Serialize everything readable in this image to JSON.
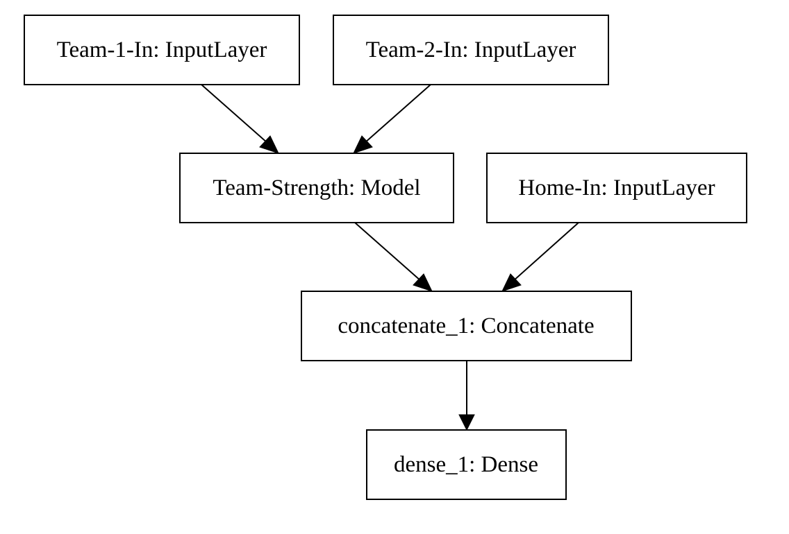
{
  "diagram": {
    "type": "model-graph",
    "nodes": [
      {
        "id": "team1",
        "label": "Team-1-In: InputLayer"
      },
      {
        "id": "team2",
        "label": "Team-2-In: InputLayer"
      },
      {
        "id": "strength",
        "label": "Team-Strength: Model"
      },
      {
        "id": "home",
        "label": "Home-In: InputLayer"
      },
      {
        "id": "concat",
        "label": "concatenate_1: Concatenate"
      },
      {
        "id": "dense",
        "label": "dense_1: Dense"
      }
    ],
    "edges": [
      {
        "from": "team1",
        "to": "strength"
      },
      {
        "from": "team2",
        "to": "strength"
      },
      {
        "from": "strength",
        "to": "concat"
      },
      {
        "from": "home",
        "to": "concat"
      },
      {
        "from": "concat",
        "to": "dense"
      }
    ],
    "colors": {
      "line": "#000000",
      "background": "#ffffff"
    }
  }
}
